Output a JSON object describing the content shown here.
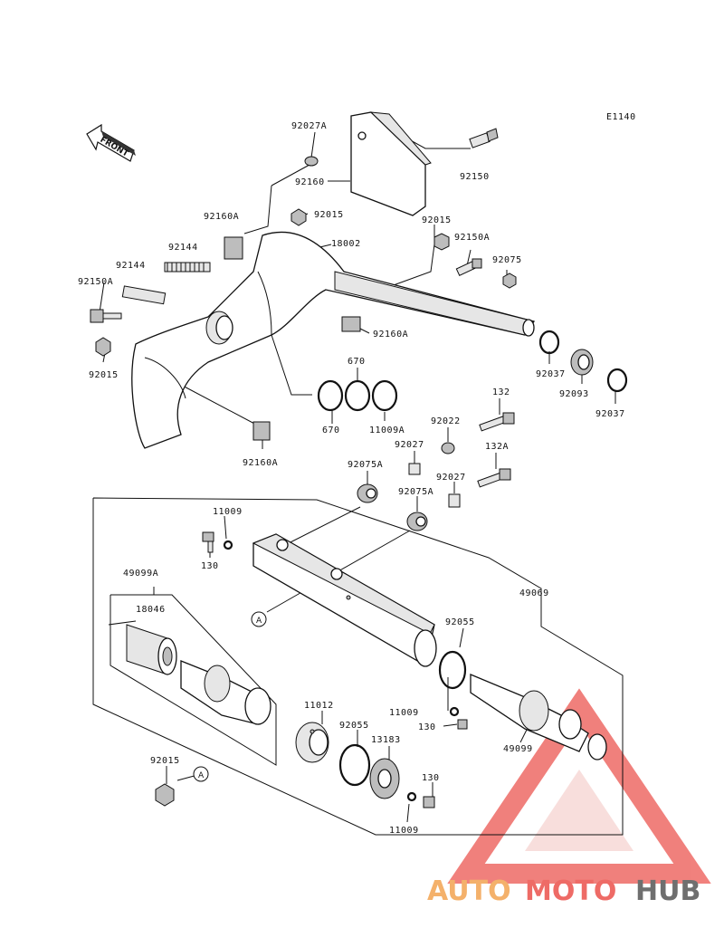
{
  "diagram_code": "E1140",
  "front_label": "FRONT",
  "callout_letter": "A",
  "labels": [
    {
      "id": "l01",
      "text": "92027A"
    },
    {
      "id": "l02",
      "text": "92160"
    },
    {
      "id": "l03",
      "text": "92150"
    },
    {
      "id": "l04",
      "text": "92160A"
    },
    {
      "id": "l05",
      "text": "92015"
    },
    {
      "id": "l06",
      "text": "92015"
    },
    {
      "id": "l07",
      "text": "18002"
    },
    {
      "id": "l08",
      "text": "92150A"
    },
    {
      "id": "l09",
      "text": "92144"
    },
    {
      "id": "l10",
      "text": "92144"
    },
    {
      "id": "l11",
      "text": "92075"
    },
    {
      "id": "l12",
      "text": "92150A"
    },
    {
      "id": "l13",
      "text": "92160A"
    },
    {
      "id": "l14",
      "text": "92015"
    },
    {
      "id": "l15",
      "text": "670"
    },
    {
      "id": "l16",
      "text": "92037"
    },
    {
      "id": "l17",
      "text": "92093"
    },
    {
      "id": "l18",
      "text": "92037"
    },
    {
      "id": "l19",
      "text": "670"
    },
    {
      "id": "l20",
      "text": "11009A"
    },
    {
      "id": "l21",
      "text": "132"
    },
    {
      "id": "l22",
      "text": "92022"
    },
    {
      "id": "l23",
      "text": "92027"
    },
    {
      "id": "l24",
      "text": "132A"
    },
    {
      "id": "l25",
      "text": "92160A"
    },
    {
      "id": "l26",
      "text": "92075A"
    },
    {
      "id": "l27",
      "text": "92027"
    },
    {
      "id": "l28",
      "text": "92075A"
    },
    {
      "id": "l29",
      "text": "11009"
    },
    {
      "id": "l30",
      "text": "130"
    },
    {
      "id": "l31",
      "text": "49099A"
    },
    {
      "id": "l32",
      "text": "49069"
    },
    {
      "id": "l33",
      "text": "18046"
    },
    {
      "id": "l34",
      "text": "92055"
    },
    {
      "id": "l35",
      "text": "11009"
    },
    {
      "id": "l36",
      "text": "130"
    },
    {
      "id": "l37",
      "text": "11012"
    },
    {
      "id": "l38",
      "text": "92055"
    },
    {
      "id": "l39",
      "text": "13183"
    },
    {
      "id": "l40",
      "text": "49099"
    },
    {
      "id": "l41",
      "text": "92015"
    },
    {
      "id": "l42",
      "text": "130"
    },
    {
      "id": "l43",
      "text": "11009"
    }
  ],
  "watermark": {
    "part1": "AUTO",
    "part2": "MOTO",
    "part3": "HUB"
  },
  "colors": {
    "ink": "#111111",
    "wm_orange": "#f4b16b",
    "wm_red": "#ee6b66",
    "wm_grey": "#6f6f6f"
  }
}
